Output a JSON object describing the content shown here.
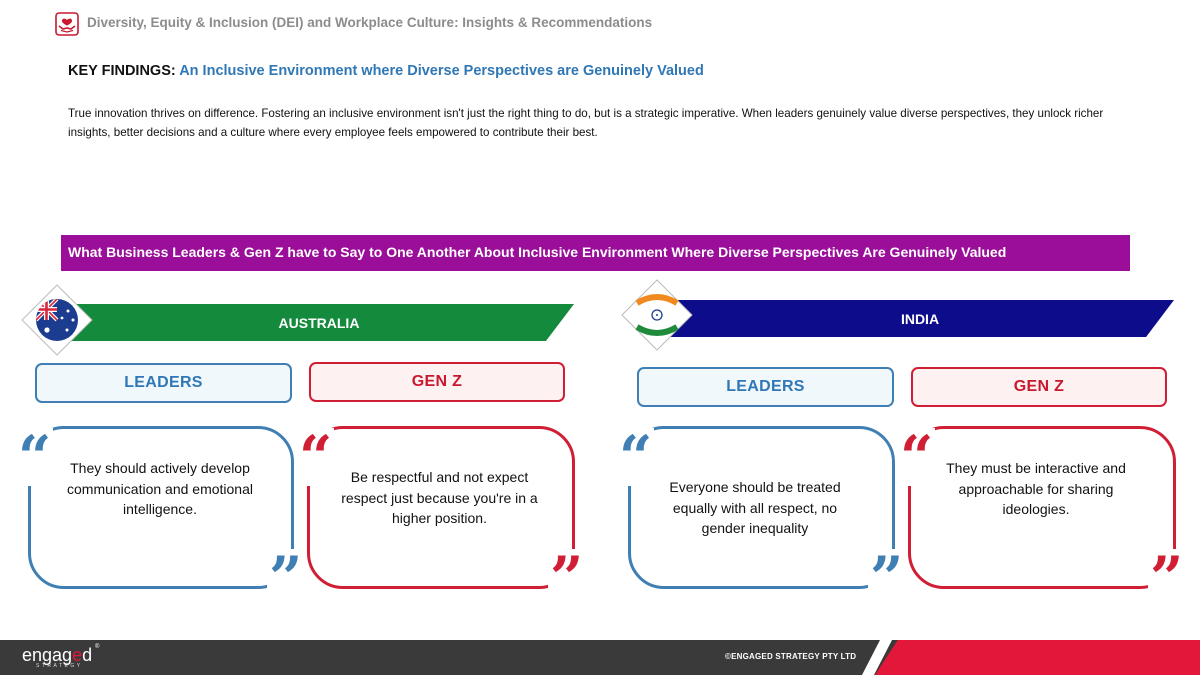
{
  "header": {
    "title": "Diversity, Equity & Inclusion (DEI) and Workplace Culture: Insights & Recommendations",
    "logo_icon": "hands-heart-icon"
  },
  "key_findings": {
    "label": "KEY FINDINGS:",
    "title": "An Inclusive Environment where Diverse Perspectives are Genuinely Valued"
  },
  "intro": "True innovation thrives on difference. Fostering an inclusive environment isn't just the right thing to do, but is a strategic imperative. When leaders genuinely value diverse perspectives, they unlock richer insights, better decisions and a culture where every employee feels empowered to contribute their best.",
  "banner": "What Business Leaders & Gen Z have to Say to One Another About Inclusive Environment Where Diverse Perspectives Are Genuinely Valued",
  "australia": {
    "country": "AUSTRALIA",
    "flag_icon": "australia-flag-icon",
    "leaders": {
      "label": "LEADERS",
      "quote": "They should actively develop communication and emotional intelligence."
    },
    "genz": {
      "label": "GEN Z",
      "quote": "Be respectful and not expect respect just because you're in a higher position."
    }
  },
  "india": {
    "country": "INDIA",
    "flag_icon": "india-flag-icon",
    "leaders": {
      "label": "LEADERS",
      "quote": "Everyone should be treated equally with all respect, no gender inequality"
    },
    "genz": {
      "label": "GEN Z",
      "quote": "They must be interactive and approachable for sharing ideologies."
    }
  },
  "quote_marks": {
    "open": "“",
    "close": "”"
  },
  "footer": {
    "logo_text_a": "engag",
    "logo_text_e": "e",
    "logo_text_b": "d",
    "logo_sub": "STRATEGY",
    "logo_reg": "®",
    "copyright": "©ENGAGED STRATEGY PTY LTD"
  },
  "colors": {
    "accent_blue": "#2f77b5",
    "accent_red": "#d01f34",
    "banner_purple": "#9a0e9a",
    "australia_green": "#148a3c",
    "india_navy": "#0d0d8c"
  }
}
